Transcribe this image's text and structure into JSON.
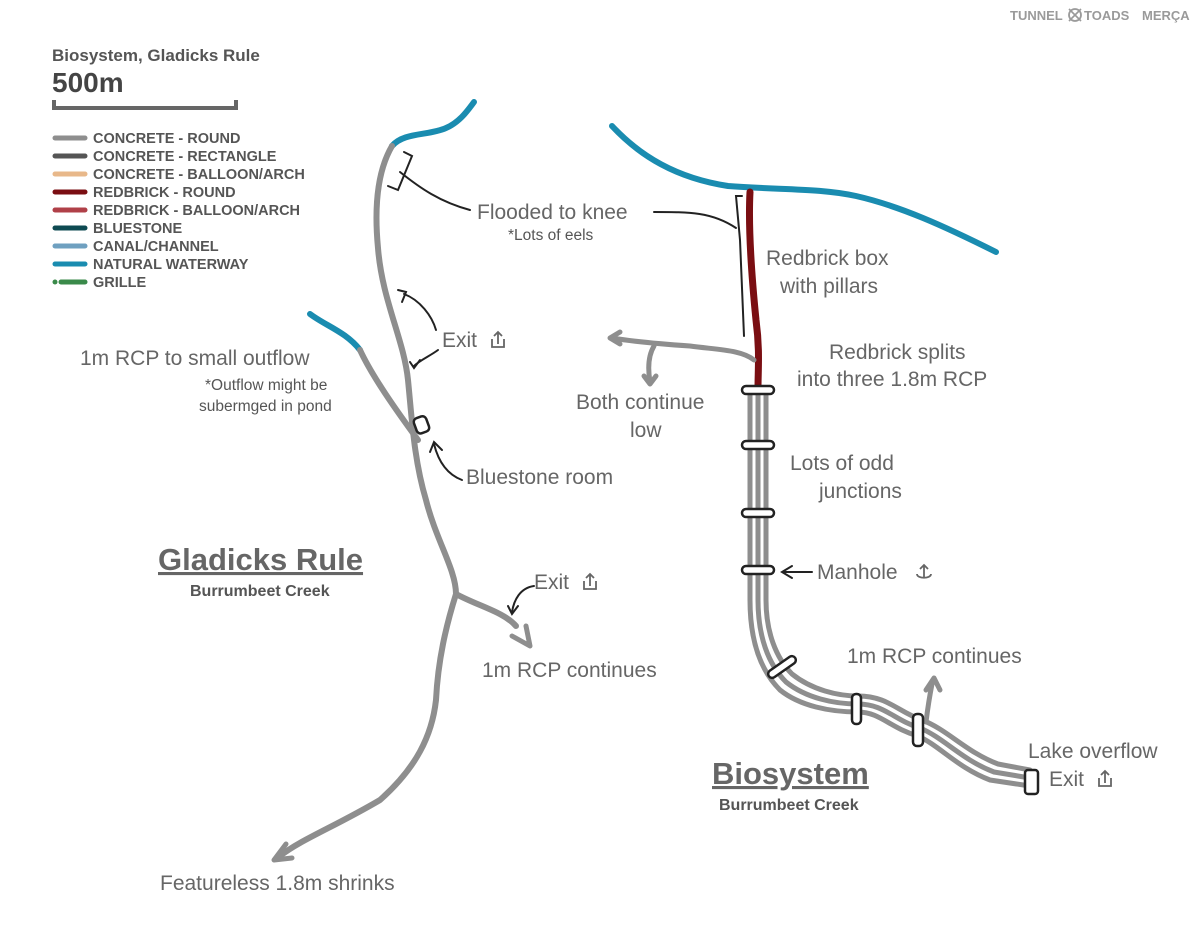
{
  "map_title": "Biosystem, Gladicks Rule",
  "scale_label": "500m",
  "brand": {
    "left": "TUNNEL",
    "right": "TOADS",
    "extra": "MERÇA"
  },
  "legend": [
    {
      "label": "CONCRETE - ROUND",
      "color": "#8e8e8e"
    },
    {
      "label": "CONCRETE - RECTANGLE",
      "color": "#555555"
    },
    {
      "label": "CONCRETE - BALLOON/ARCH",
      "color": "#e8b88a"
    },
    {
      "label": "REDBRICK  - ROUND",
      "color": "#7a0e12"
    },
    {
      "label": "REDBRICK  - BALLOON/ARCH",
      "color": "#b04048"
    },
    {
      "label": "BLUESTONE",
      "color": "#0e4a52"
    },
    {
      "label": "CANAL/CHANNEL",
      "color": "#6fa0c0"
    },
    {
      "label": "NATURAL WATERWAY",
      "color": "#1a8cb0"
    },
    {
      "label": "GRILLE",
      "color": "#3a8a4a"
    }
  ],
  "systems": {
    "gladicks": {
      "title": "Gladicks Rule",
      "subtitle": "Burrumbeet Creek"
    },
    "biosystem": {
      "title": "Biosystem",
      "subtitle": "Burrumbeet Creek"
    }
  },
  "annotations": {
    "flooded": "Flooded to knee",
    "eels": "*Lots of eels",
    "exit_upper": "Exit",
    "rcp_small_outflow": "1m RCP to small outflow",
    "outflow_note_1": "*Outflow might be",
    "outflow_note_2": "subermged in pond",
    "bluestone_room": "Bluestone room",
    "exit_lower": "Exit",
    "rcp_continues_left": "1m RCP continues",
    "featureless": "Featureless 1.8m shrinks",
    "redbrick_box_1": "Redbrick box",
    "redbrick_box_2": "with pillars",
    "redbrick_splits_1": "Redbrick splits",
    "redbrick_splits_2": "into three 1.8m RCP",
    "both_continue_1": "Both continue",
    "both_continue_2": "low",
    "odd_junctions_1": "Lots of odd",
    "odd_junctions_2": "junctions",
    "manhole": "Manhole",
    "rcp_continues_right": "1m RCP continues",
    "lake_overflow": "Lake overflow",
    "exit_right": "Exit"
  },
  "colors": {
    "concrete_round": "#8e8e8e",
    "redbrick_round": "#7a0e12",
    "natural_waterway": "#1a8cb0"
  },
  "icons": {
    "exit": "exit-share-icon",
    "manhole": "manhole-icon"
  }
}
